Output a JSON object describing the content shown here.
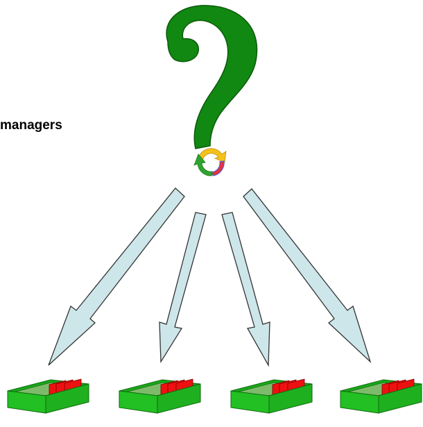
{
  "caption": "managers",
  "colors": {
    "question_mark": "#118811",
    "question_mark_outline": "#0a5a0a",
    "arrow_fill": "#cde6ea",
    "arrow_stroke": "#333333",
    "cycle_yellow": "#f4c21c",
    "cycle_red": "#e8313b",
    "cycle_green": "#2fa52f",
    "cycle_blue": "#4a5fd4",
    "tray_green": "#22c022",
    "tray_green_dark": "#0e7a0e",
    "tray_floor": "#7dbb6a",
    "tray_red": "#ee1111"
  },
  "icons": {
    "question_mark": "question-mark-icon",
    "cycle": "recycle-cycle-icon",
    "tray": "sorting-tray-icon"
  },
  "arrow_count": 4,
  "tray_count": 4
}
